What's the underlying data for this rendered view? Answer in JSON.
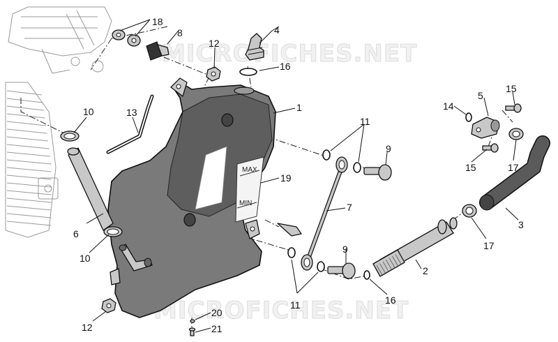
{
  "watermark": "MICROFICHES.NET",
  "gauge": {
    "max": "MAX",
    "min": "MIN"
  },
  "callouts": {
    "c1": "1",
    "c2": "2",
    "c3": "3",
    "c4": "4",
    "c5": "5",
    "c6": "6",
    "c7": "7",
    "c8": "8",
    "c9a": "9",
    "c9b": "9",
    "c10a": "10",
    "c10b": "10",
    "c11a": "11",
    "c11b": "11",
    "c12a": "12",
    "c12b": "12",
    "c13": "13",
    "c14": "14",
    "c15a": "15",
    "c15b": "15",
    "c16a": "16",
    "c16b": "16",
    "c17a": "17",
    "c17b": "17",
    "c18": "18",
    "c19": "19",
    "c20": "20",
    "c21": "21"
  }
}
